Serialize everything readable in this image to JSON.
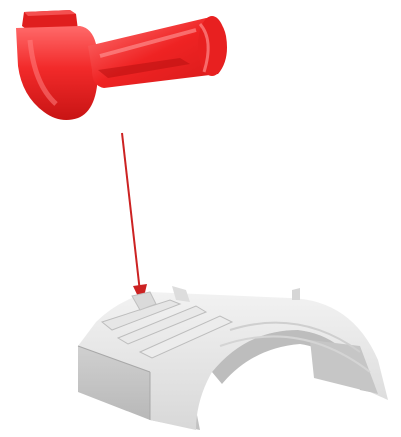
{
  "figure": {
    "upper_part": {
      "description_name": "red-handle-part",
      "color": "#ee2222"
    },
    "lower_part": {
      "description_name": "grey-base-part",
      "color": "#cfcfcf"
    },
    "arrow": {
      "color": "#cc2222",
      "direction": "down"
    }
  }
}
